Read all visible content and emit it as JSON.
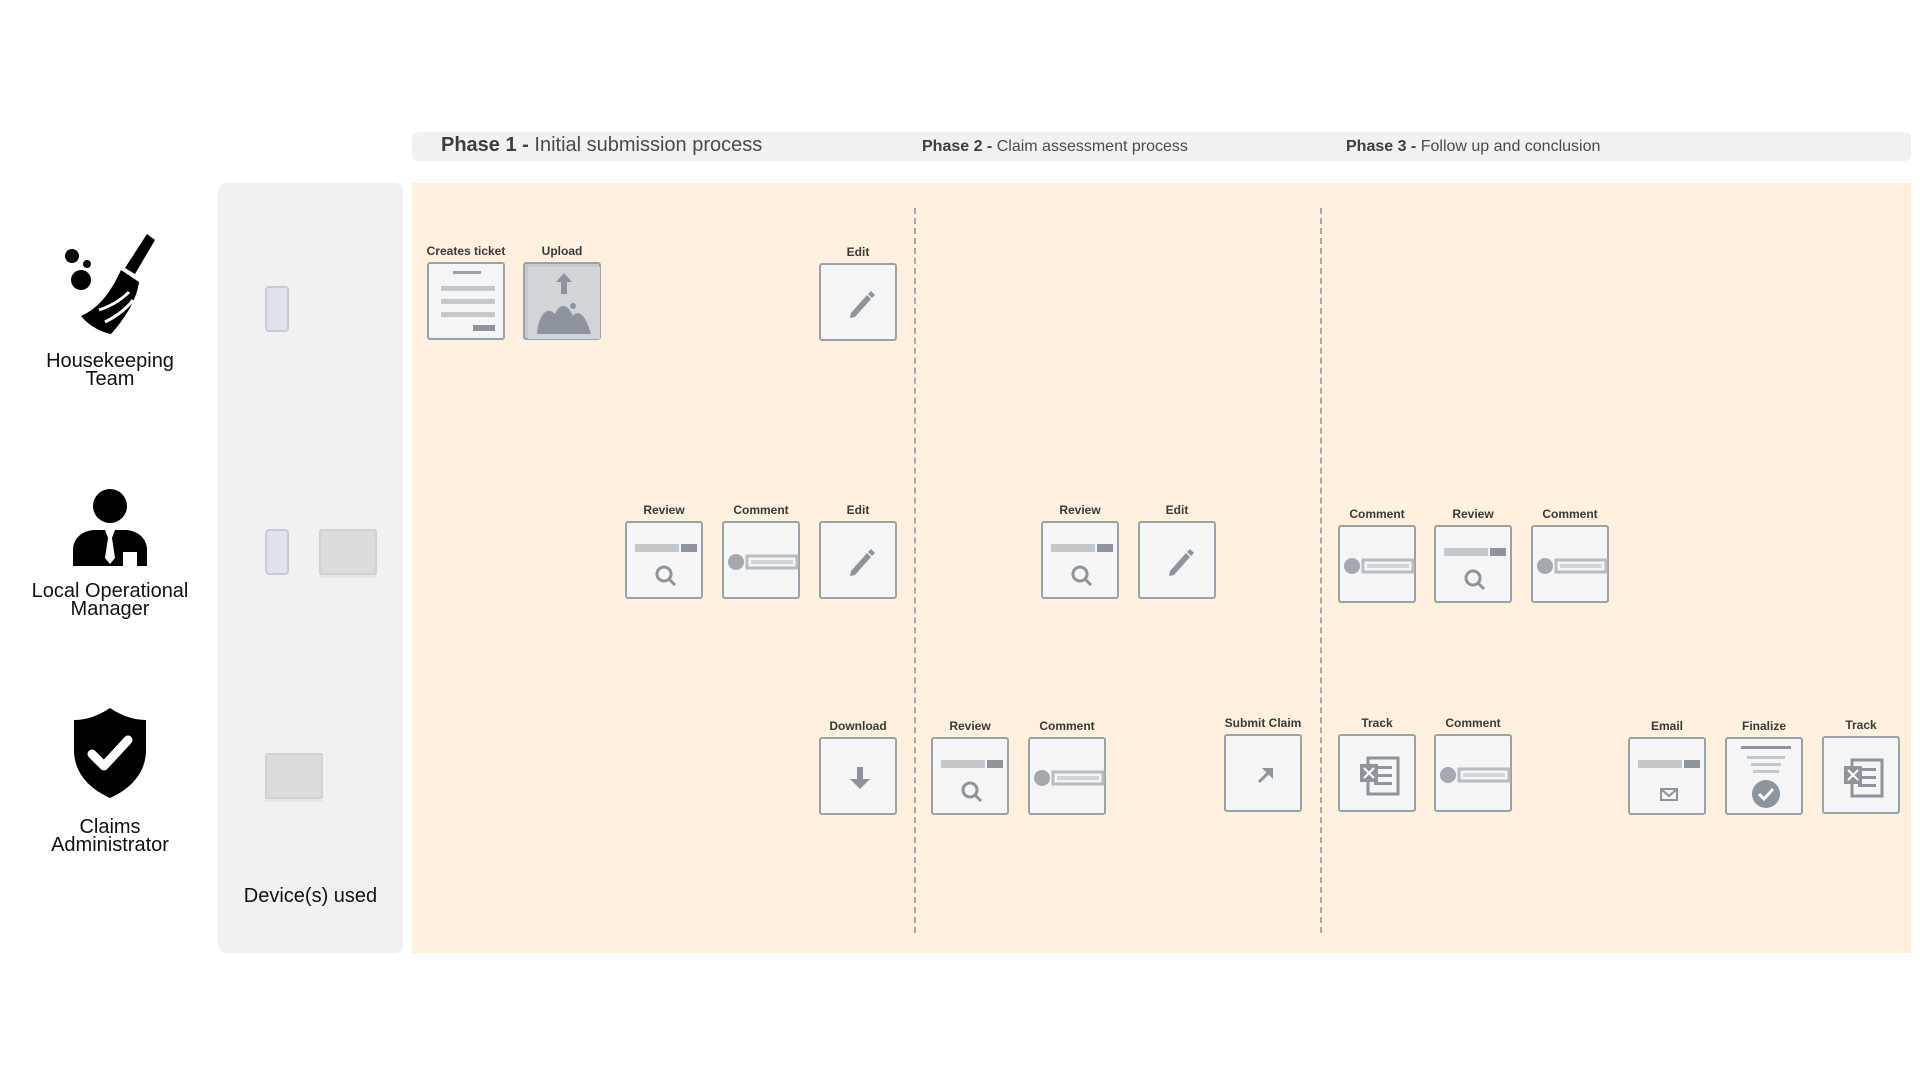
{
  "phases": [
    {
      "number": "Phase 1 -",
      "title": "Initial submission process"
    },
    {
      "number": "Phase 2 -",
      "title": "Claim assessment process"
    },
    {
      "number": "Phase 3 -",
      "title": "Follow up and conclusion"
    }
  ],
  "roles": [
    {
      "name_line1": "Housekeeping",
      "name_line2": "Team",
      "icon": "broom-icon"
    },
    {
      "name_line1": "Local Operational",
      "name_line2": "Manager",
      "icon": "manager-person-icon"
    },
    {
      "name_line1": "Claims",
      "name_line2": "Administrator",
      "icon": "shield-check-icon"
    }
  ],
  "devices_label": "Device(s) used",
  "devices": [
    {
      "role": "Housekeeping Team",
      "items": [
        "phone-icon"
      ]
    },
    {
      "role": "Local Operational Manager",
      "items": [
        "phone-icon",
        "laptop-icon"
      ]
    },
    {
      "role": "Claims Administrator",
      "items": [
        "laptop-icon"
      ]
    }
  ],
  "actions": {
    "housekeeping": [
      {
        "label": "Creates ticket",
        "icon": "document-icon"
      },
      {
        "label": "Upload",
        "icon": "image-upload-icon"
      },
      {
        "label": "Edit",
        "icon": "pencil-icon"
      }
    ],
    "manager": [
      {
        "label": "Review",
        "icon": "search-icon"
      },
      {
        "label": "Comment",
        "icon": "comment-icon"
      },
      {
        "label": "Edit",
        "icon": "pencil-icon"
      },
      {
        "label": "Review",
        "icon": "search-icon"
      },
      {
        "label": "Edit",
        "icon": "pencil-icon"
      },
      {
        "label": "Comment",
        "icon": "comment-icon"
      },
      {
        "label": "Review",
        "icon": "search-icon"
      },
      {
        "label": "Comment",
        "icon": "comment-icon"
      }
    ],
    "administrator": [
      {
        "label": "Download",
        "icon": "download-icon"
      },
      {
        "label": "Review",
        "icon": "search-icon"
      },
      {
        "label": "Comment",
        "icon": "comment-icon"
      },
      {
        "label": "Submit Claim",
        "icon": "arrow-up-right-icon"
      },
      {
        "label": "Track",
        "icon": "spreadsheet-icon"
      },
      {
        "label": "Comment",
        "icon": "comment-icon"
      },
      {
        "label": "Email",
        "icon": "email-icon"
      },
      {
        "label": "Finalize",
        "icon": "finalize-check-icon"
      },
      {
        "label": "Track",
        "icon": "spreadsheet-icon"
      }
    ]
  },
  "colors": {
    "process_background": "#fdf0dd",
    "panel_background": "#f1f1f1",
    "card_border": "#9aa1a8",
    "icon_gray": "#9aa1a8"
  }
}
